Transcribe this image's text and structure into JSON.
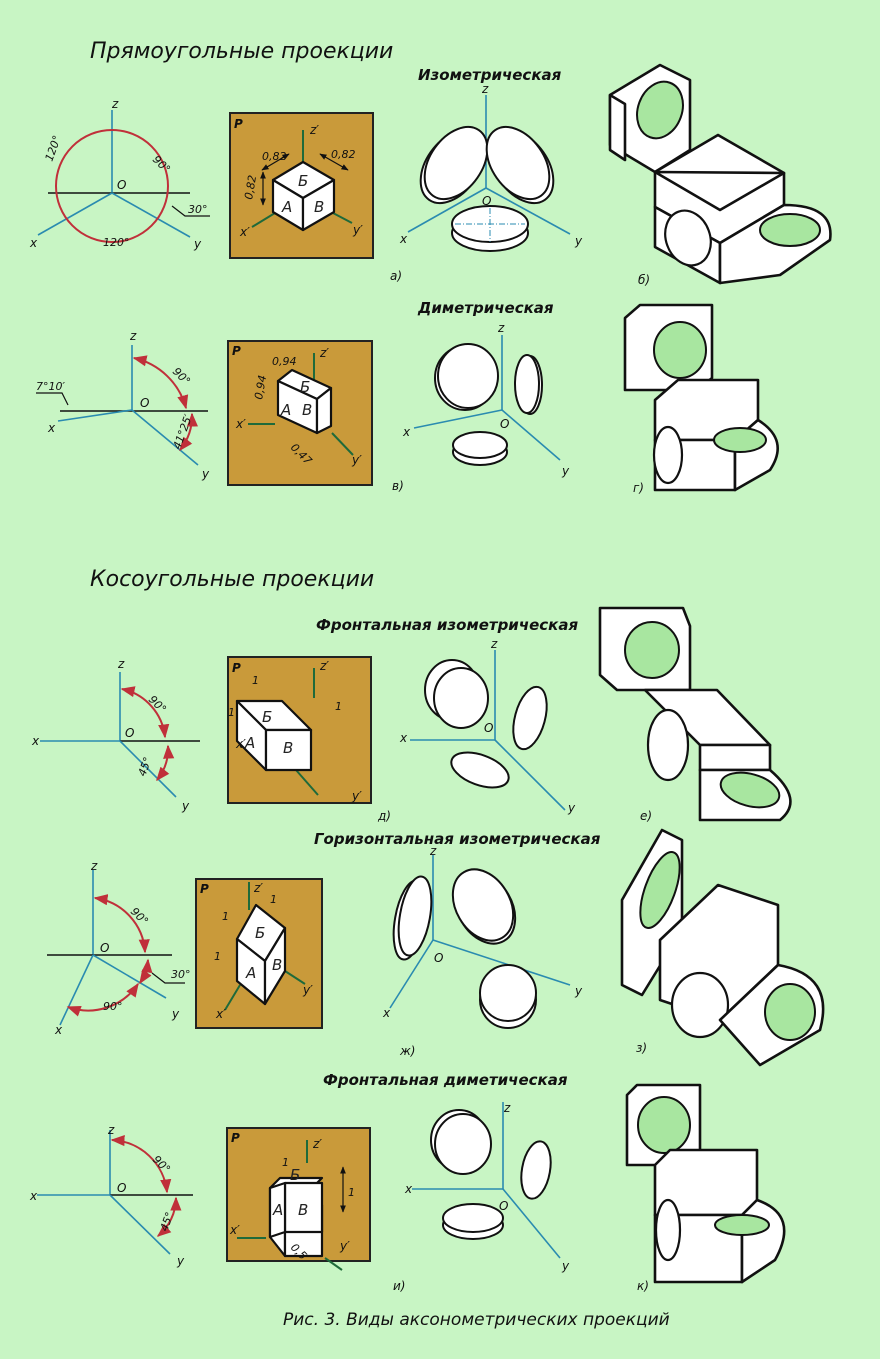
{
  "sections": [
    {
      "title": "Прямоугольные проекции"
    },
    {
      "title": "Косоугольные проекции"
    }
  ],
  "rows": [
    {
      "subtitle": "Изометрическая",
      "panel_letter": "a)",
      "part_letter": "б)",
      "angles": [
        "120°",
        "90°",
        "120°",
        "30°"
      ],
      "dims": [
        "0,82",
        "0,82",
        "0,82"
      ]
    },
    {
      "subtitle": "Диметрическая",
      "panel_letter": "в)",
      "part_letter": "г)",
      "angles": [
        "90°",
        "7°10′",
        "41°25′"
      ],
      "dims": [
        "0,94",
        "0,94",
        "0,47"
      ]
    },
    {
      "subtitle": "Фронтальная изометрическая",
      "panel_letter": "д)",
      "part_letter": "е)",
      "angles": [
        "90°",
        "45°"
      ],
      "dims": [
        "1",
        "1",
        "1"
      ]
    },
    {
      "subtitle": "Горизонтальная изометрическая",
      "panel_letter": "ж)",
      "part_letter": "з)",
      "angles": [
        "90°",
        "90°",
        "30°"
      ],
      "dims": [
        "1",
        "1",
        "1"
      ]
    },
    {
      "subtitle": "Фронтальная диметическая",
      "panel_letter": "и)",
      "part_letter": "к)",
      "angles": [
        "90°",
        "45°"
      ],
      "dims": [
        "1",
        "1",
        "0,5"
      ]
    }
  ],
  "axes": {
    "x": "x",
    "y": "y",
    "z": "z",
    "o": "O",
    "xp": "x′",
    "yp": "y′",
    "zp": "z′",
    "p": "P"
  },
  "faces": {
    "a": "А",
    "b": "Б",
    "v": "В"
  },
  "caption": "Рис. 3. Виды аксонометрических проекций"
}
